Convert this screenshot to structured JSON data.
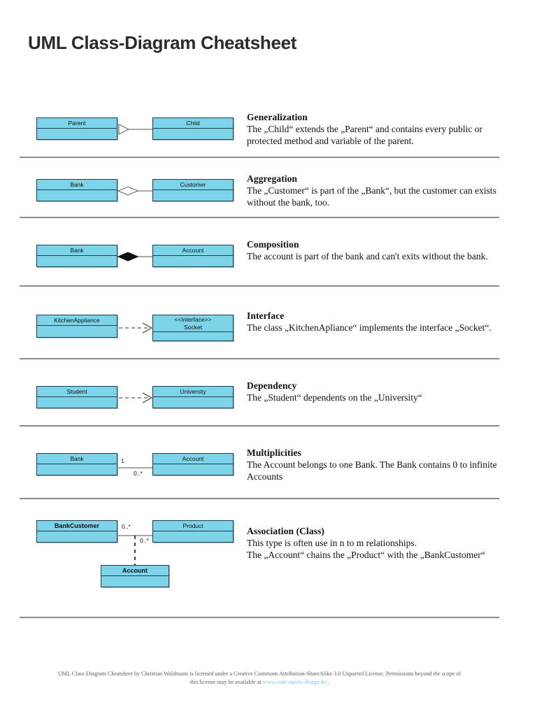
{
  "page": {
    "title": "UML Class-Diagram Cheatsheet",
    "box_fill_color": "#7dd3e8",
    "box_border_color": "#1d3f52",
    "separator_color": "#8a8a8a",
    "link_color": "#7ec8e3"
  },
  "sections": [
    {
      "id": "generalization",
      "title": "Generalization",
      "body": "The „Child“ extends the „Parent“ and contains every public or protected method and variable of the parent.",
      "diagram": {
        "type": "generalization",
        "left_box": "Parent",
        "right_box": "Child",
        "connector": "hollow-triangle-arrow",
        "line_style": "solid"
      }
    },
    {
      "id": "aggregation",
      "title": "Aggregation",
      "body": "The „Customer“ is part of the „Bank“, but the customer can exists without the bank, too.",
      "diagram": {
        "type": "aggregation",
        "left_box": "Bank",
        "right_box": "Customer",
        "connector": "hollow-diamond",
        "line_style": "solid"
      }
    },
    {
      "id": "composition",
      "title": "Composition",
      "body": "The account is part of the bank and can't exits without the bank.",
      "diagram": {
        "type": "composition",
        "left_box": "Bank",
        "right_box": "Account",
        "connector": "filled-diamond",
        "line_style": "solid"
      }
    },
    {
      "id": "interface",
      "title": "Interface",
      "body": "The class „KitchenApliance“ implements the interface „Socket“.",
      "diagram": {
        "type": "interface",
        "left_box": "KitchenAppliance",
        "right_box_stereotype": "<<Interface>>",
        "right_box": "Socket",
        "connector": "open-arrow",
        "line_style": "dashed"
      }
    },
    {
      "id": "dependency",
      "title": "Dependency",
      "body": "The „Student“ dependents on the „University“",
      "diagram": {
        "type": "dependency",
        "left_box": "Student",
        "right_box": "University",
        "connector": "open-arrow",
        "line_style": "dashed"
      }
    },
    {
      "id": "multiplicities",
      "title": "Multiplicities",
      "body": "The Account belongs to one Bank. The Bank contains 0 to infinite Accounts",
      "diagram": {
        "type": "multiplicities",
        "left_box": "Bank",
        "right_box": "Account",
        "left_multiplicity": "1",
        "right_multiplicity": "0..*",
        "connector": "plain",
        "line_style": "solid"
      }
    },
    {
      "id": "association-class",
      "title": "Association (Class)",
      "body": "This type is often use in n to m relationships.\nThe „Account“  chains the „Product“ with the „BankCustomer“",
      "diagram": {
        "type": "association-class",
        "left_box": "BankCustomer",
        "right_box": "Product",
        "assoc_box": "Account",
        "left_multiplicity": "0..*",
        "right_multiplicity": "0..*",
        "connector": "plain",
        "line_style": "solid",
        "assoc_line_style": "dashed"
      }
    }
  ],
  "footer": {
    "line1": "UML Class-Diagram Cheatsheet by Christian Waldmann is licensed under a Creative Commons Attribution-ShareAlike 3.0 Unported License. Permissions beyond the scope of",
    "line2_prefix": "this license may be available at ",
    "link_text": "www.code-meets-design.de/",
    "line2_suffix": "."
  }
}
